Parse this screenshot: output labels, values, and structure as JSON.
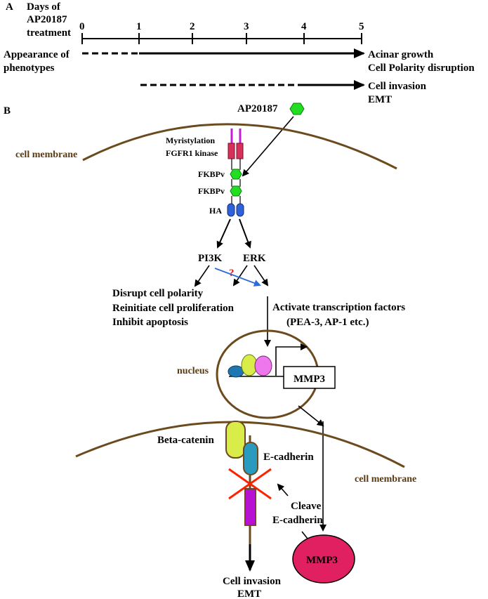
{
  "panel_a": {
    "label": "A",
    "days_title_line1": "Days of",
    "days_title_line2": "AP20187",
    "days_title_line3": "treatment",
    "ticks": [
      "0",
      "1",
      "2",
      "3",
      "4",
      "5"
    ],
    "phenotype_label_line1": "Appearance of",
    "phenotype_label_line2": "phenotypes",
    "outcome1_line1": "Acinar growth",
    "outcome1_line2": "Cell Polarity disruption",
    "outcome2_line1": "Cell invasion",
    "outcome2_line2": "EMT"
  },
  "panel_b": {
    "label": "B",
    "ligand": "AP20187",
    "membrane_label_top": "cell membrane",
    "receptor_labels": {
      "myristylation": "Myristylation",
      "fgfr1": "FGFR1 kinase",
      "fkbpv1": "FKBPv",
      "fkbpv2": "FKBPv",
      "ha": "HA"
    },
    "pi3k": "PI3K",
    "erk": "ERK",
    "question_mark": "?",
    "effects_line1": "Disrupt  cell polarity",
    "effects_line2": "Reinitiate cell proliferation",
    "effects_line3": "Inhibit apoptosis",
    "tf_line1": "Activate  transcription factors",
    "tf_line2": "(PEA-3, AP-1 etc.)",
    "nucleus_label": "nucleus",
    "mmp3_gene": "MMP3",
    "beta_catenin": "Beta-catenin",
    "e_cadherin": "E-cadherin",
    "membrane_label_bottom": "cell membrane",
    "cleave_line1": "Cleave",
    "cleave_line2": "E-cadherin",
    "mmp3_protein": "MMP3",
    "final_line1": "Cell invasion",
    "final_line2": "EMT"
  },
  "colors": {
    "membrane": "#6b4a1e",
    "ligand_green": "#22dd22",
    "fgfr1_red": "#d8305a",
    "myristyl_purple": "#c020d8",
    "ha_blue": "#2f62d8",
    "beta_catenin_yellow": "#d9ec4a",
    "e_cadherin_teal": "#2a9bbf",
    "cadherin_purple": "#b712d4",
    "mmp3_red": "#e02060",
    "tf_pink": "#ee77ee",
    "tf_teal": "#1e77b0",
    "question_arrow_blue": "#2d6bd8",
    "block_cross_red": "#ff2200"
  }
}
